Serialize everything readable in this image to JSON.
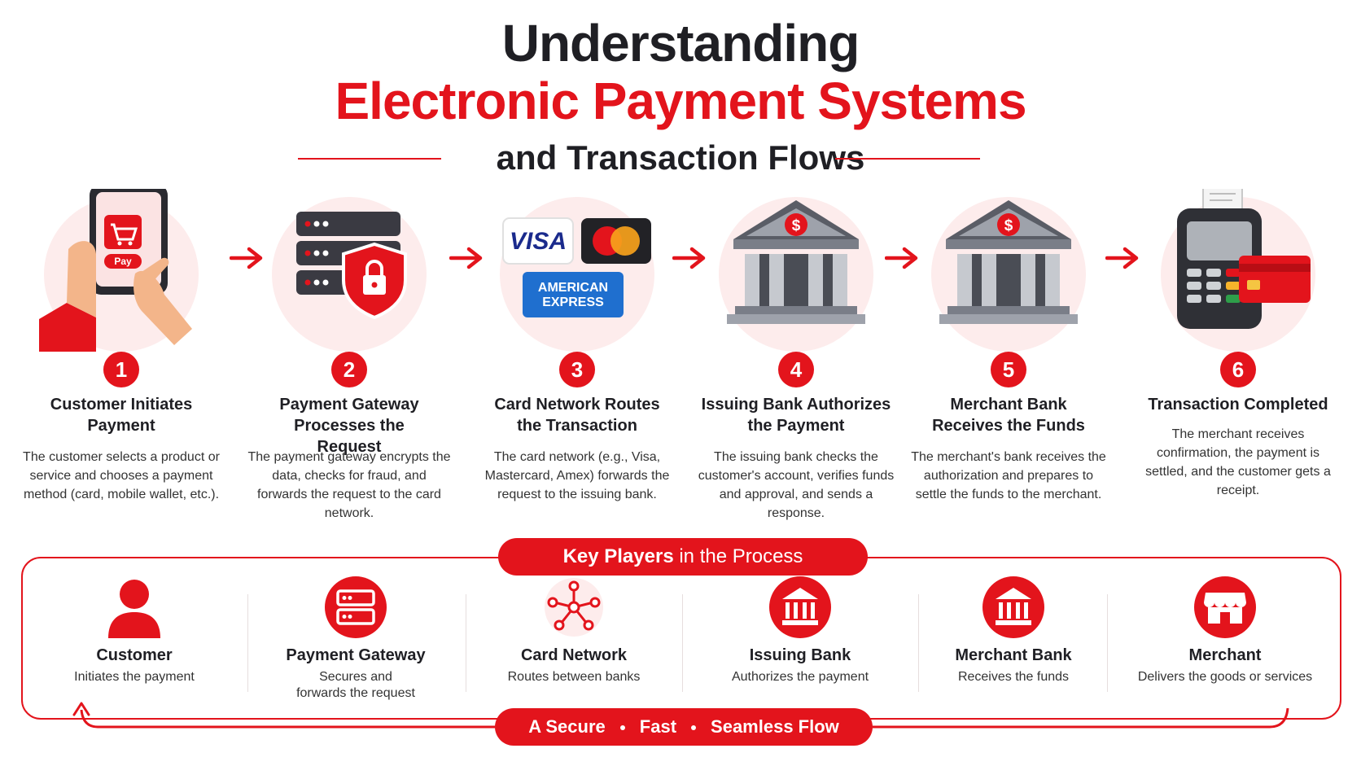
{
  "title": {
    "line1": "Understanding",
    "line2": "Electronic Payment Systems",
    "line3": "and Transaction Flows"
  },
  "steps": [
    {
      "num": "1",
      "title": "Customer Initiates Payment",
      "desc": "The customer selects a product or service and chooses a payment method (card, mobile wallet, etc.).",
      "icon": "smartphone-pay-icon",
      "pay_label": "Pay"
    },
    {
      "num": "2",
      "title": "Payment Gateway Processes the Request",
      "desc": "The payment gateway encrypts the data, checks for fraud, and forwards the request to the card network.",
      "icon": "server-shield-icon"
    },
    {
      "num": "3",
      "title": "Card Network Routes the Transaction",
      "desc": "The card network (e.g., Visa, Mastercard, Amex) forwards the request to the issuing bank.",
      "icon": "card-logos-icon",
      "logos": {
        "visa": "VISA",
        "amex_line1": "AMERICAN",
        "amex_line2": "EXPRESS"
      }
    },
    {
      "num": "4",
      "title": "Issuing Bank Authorizes the Payment",
      "desc": "The issuing bank checks the customer's account, verifies funds and approval, and sends a response.",
      "icon": "bank-icon"
    },
    {
      "num": "5",
      "title": "Merchant Bank Receives the Funds",
      "desc": "The merchant's bank receives the authorization and prepares to settle the funds to the merchant.",
      "icon": "bank-icon"
    },
    {
      "num": "6",
      "title": "Transaction Completed",
      "desc": "The merchant receives confirmation, the payment is settled, and the customer gets a receipt.",
      "icon": "pos-terminal-icon"
    }
  ],
  "key_players": {
    "heading_bold": "Key Players",
    "heading_rest": " in the Process",
    "items": [
      {
        "name": "Customer",
        "desc": "Initiates the payment",
        "icon": "person-icon"
      },
      {
        "name": "Payment Gateway",
        "desc": "Secures and forwards the request",
        "icon": "server-icon"
      },
      {
        "name": "Card Network",
        "desc": "Routes between banks",
        "icon": "network-icon"
      },
      {
        "name": "Issuing Bank",
        "desc": "Authorizes the payment",
        "icon": "bank-icon"
      },
      {
        "name": "Merchant Bank",
        "desc": "Receives the funds",
        "icon": "bank-icon"
      },
      {
        "name": "Merchant",
        "desc": "Delivers the goods or services",
        "icon": "storefront-icon"
      }
    ]
  },
  "flow": {
    "items": [
      "A Secure",
      "Fast",
      "Seamless Flow"
    ]
  },
  "colors": {
    "accent": "#e3141c",
    "dark": "#1f1f24",
    "halo": "#fdecec"
  }
}
